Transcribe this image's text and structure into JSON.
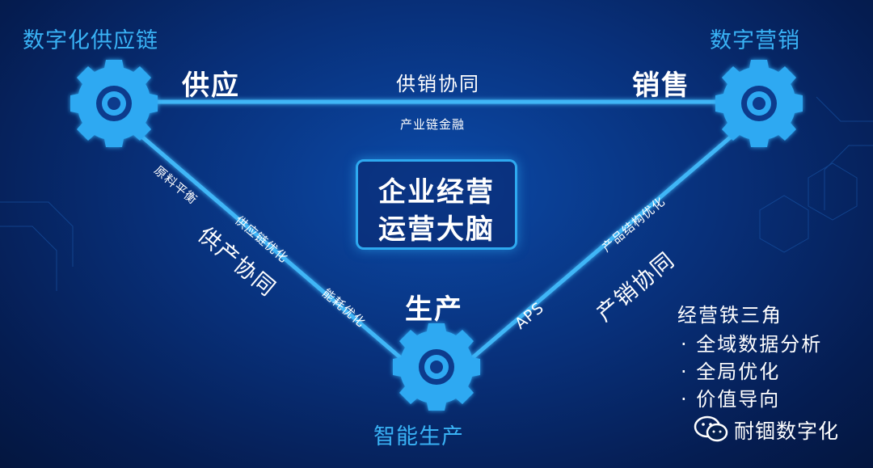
{
  "nodes": {
    "supply": {
      "label": "供应",
      "corner": "数字化供应链"
    },
    "sales": {
      "label": "销售",
      "corner": "数字营销"
    },
    "production": {
      "label": "生产",
      "corner": "智能生产"
    }
  },
  "edges": {
    "top": {
      "main": "供销协同",
      "sub": "产业链金融"
    },
    "left": {
      "main": "供产协同",
      "sub": [
        "原料平衡",
        "供应链优化",
        "能耗优化"
      ]
    },
    "right": {
      "main": "产销协同",
      "sub": [
        "产品结构优化",
        "APS"
      ]
    }
  },
  "center": {
    "line1": "企业经营",
    "line2": "运营大脑"
  },
  "side_panel": {
    "title": "经营铁三角",
    "bullets": [
      "全域数据分析",
      "全局优化",
      "价值导向"
    ]
  },
  "brand": {
    "name": "耐锢数字化",
    "icon": "wechat-icon"
  },
  "colors": {
    "accent": "#2ea9f0",
    "corner_text": "#39b2f5",
    "line": "#3fb6f7"
  }
}
